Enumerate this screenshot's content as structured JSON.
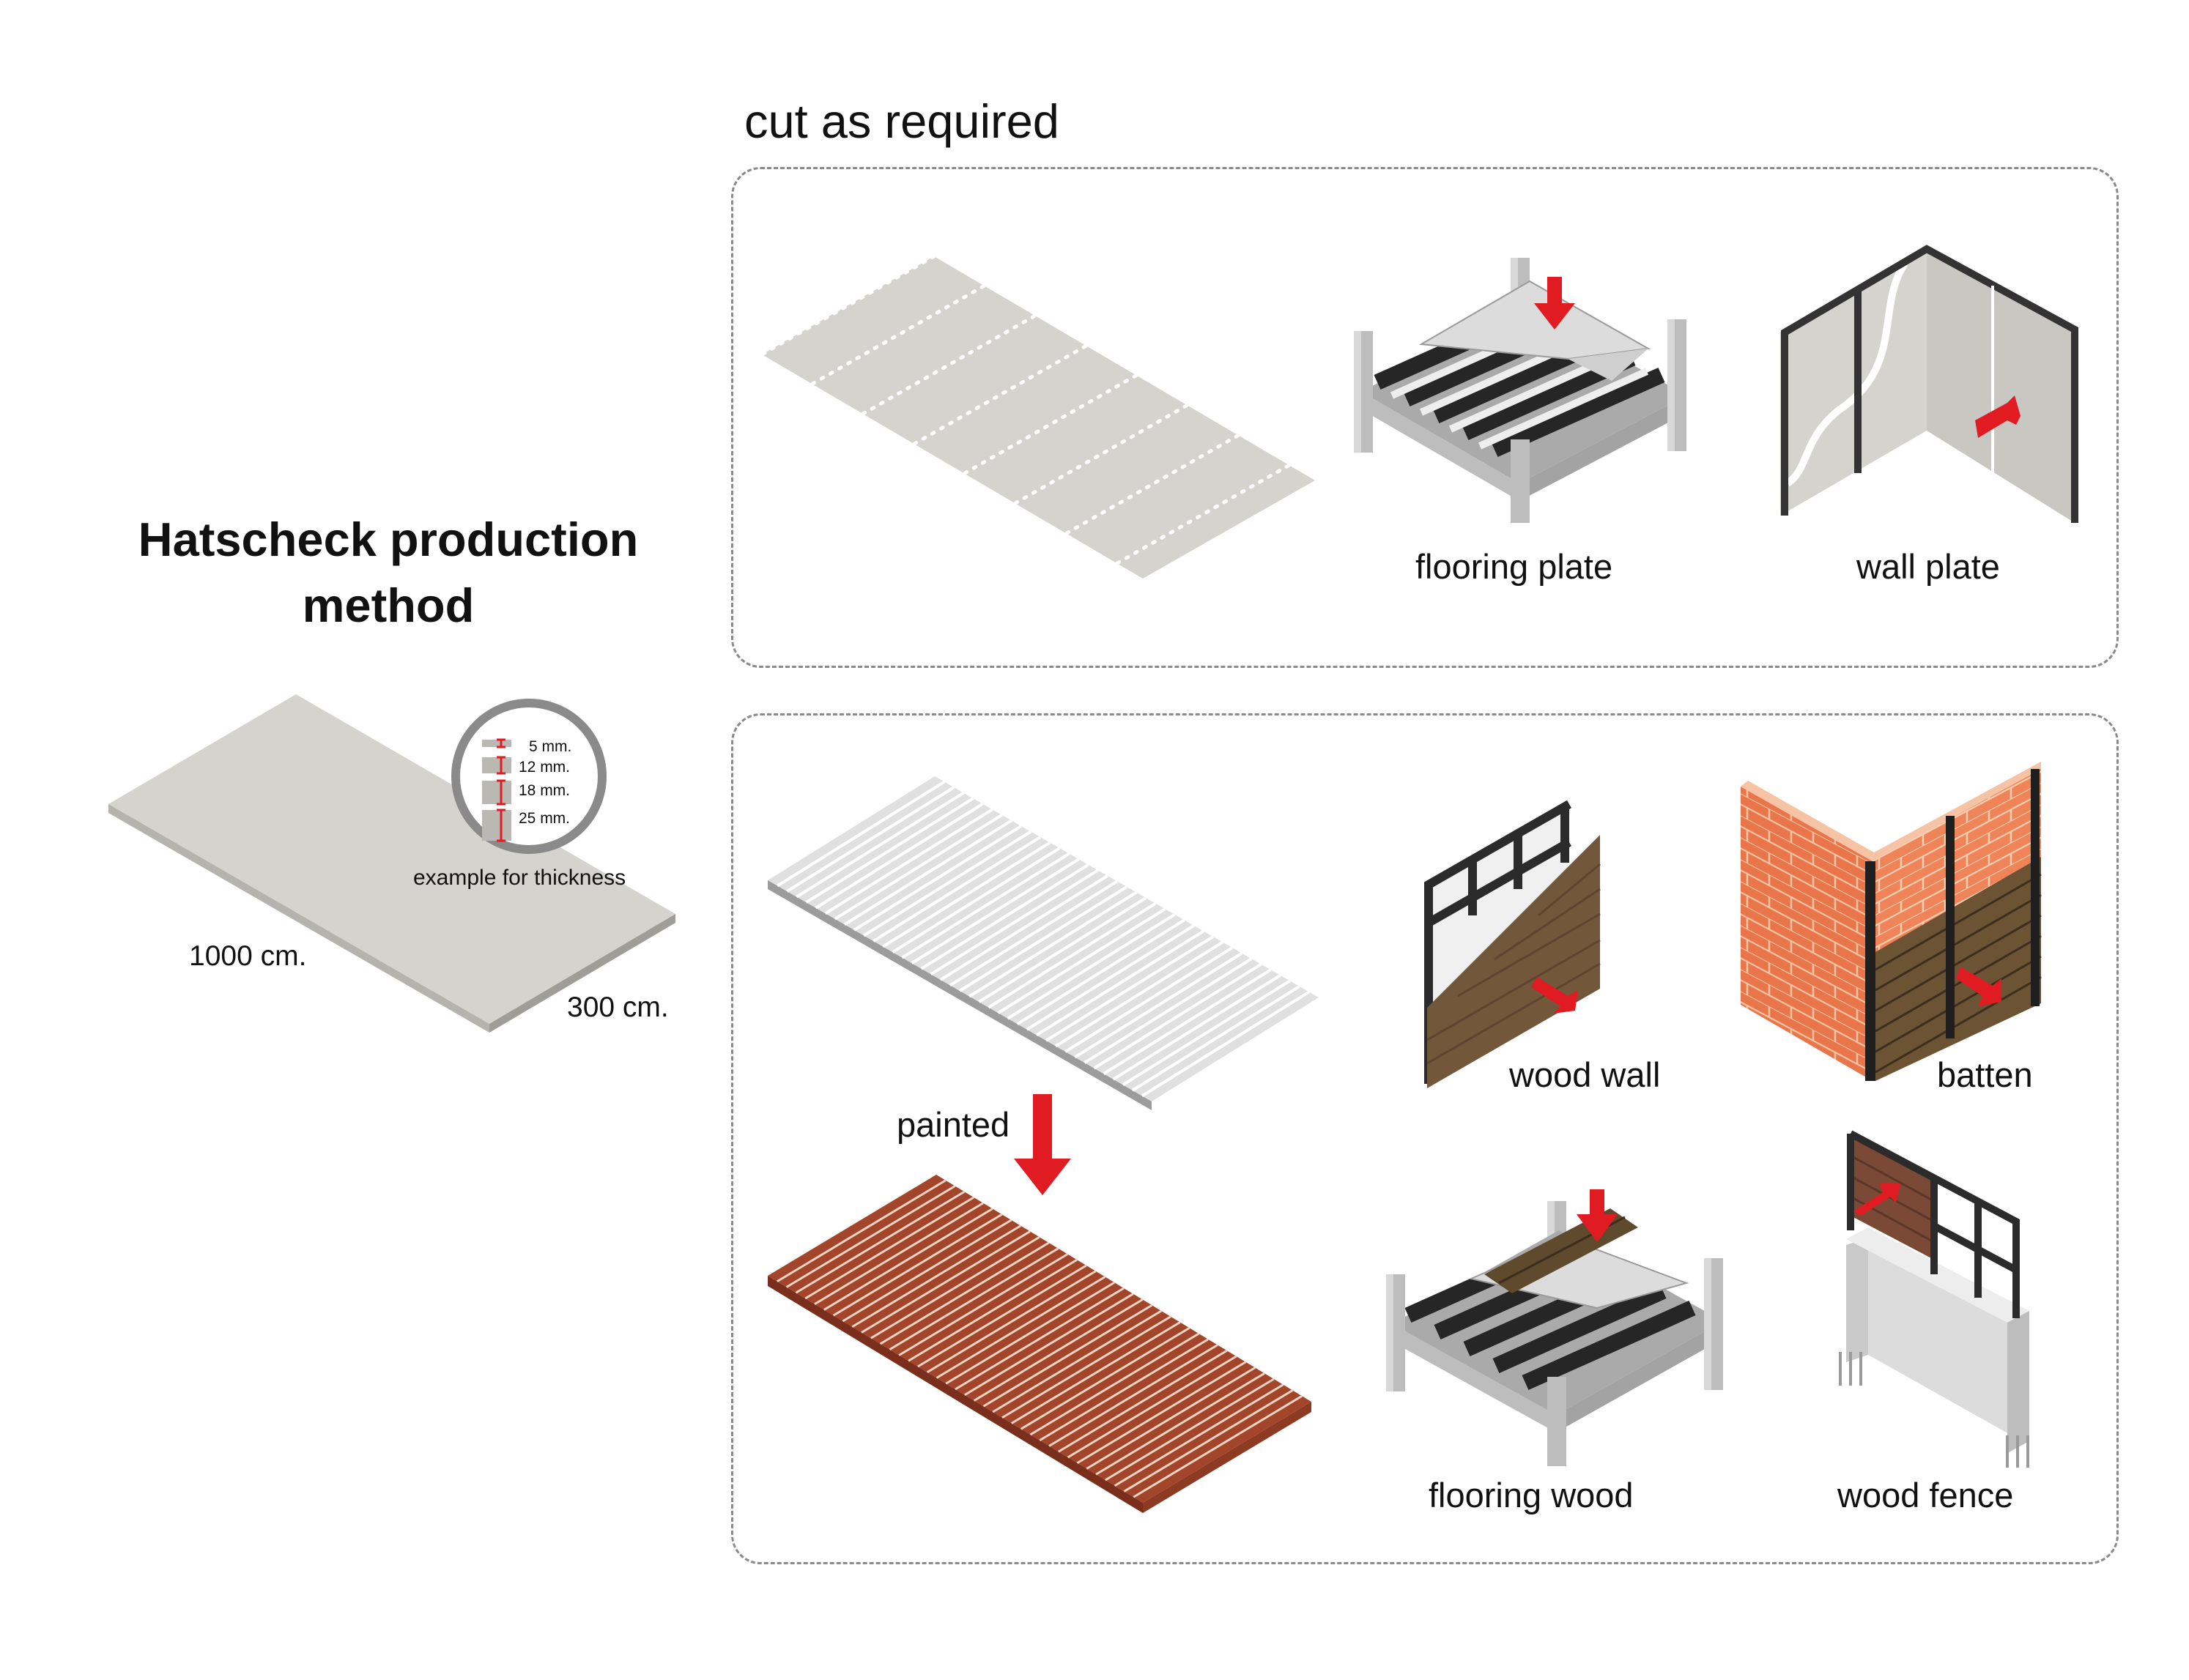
{
  "title": {
    "line1": "Hatscheck production",
    "line2": "method"
  },
  "sheet": {
    "length_label": "1000 cm.",
    "width_label": "300 cm.",
    "thickness_caption": "example for thickness",
    "thicknesses": [
      "5 mm.",
      "12 mm.",
      "18 mm.",
      "25 mm."
    ]
  },
  "top_section": {
    "heading": "cut as required",
    "items": [
      {
        "label": "flooring plate",
        "icon": "flooring-plate-icon"
      },
      {
        "label": "wall plate",
        "icon": "wall-plate-icon"
      }
    ]
  },
  "bottom_section": {
    "painted_label": "painted",
    "items": [
      {
        "label": "wood wall",
        "icon": "wood-wall-icon"
      },
      {
        "label": "batten",
        "icon": "batten-icon"
      },
      {
        "label": "flooring wood",
        "icon": "flooring-wood-icon"
      },
      {
        "label": "wood fence",
        "icon": "wood-fence-icon"
      }
    ]
  },
  "colors": {
    "sheet": "#d4d3cd",
    "arrow": "#e11b22",
    "wood": "#7a5a3a",
    "brick": "#e8764a",
    "steel": "#2b2b2b",
    "painted": "#a2452a"
  }
}
